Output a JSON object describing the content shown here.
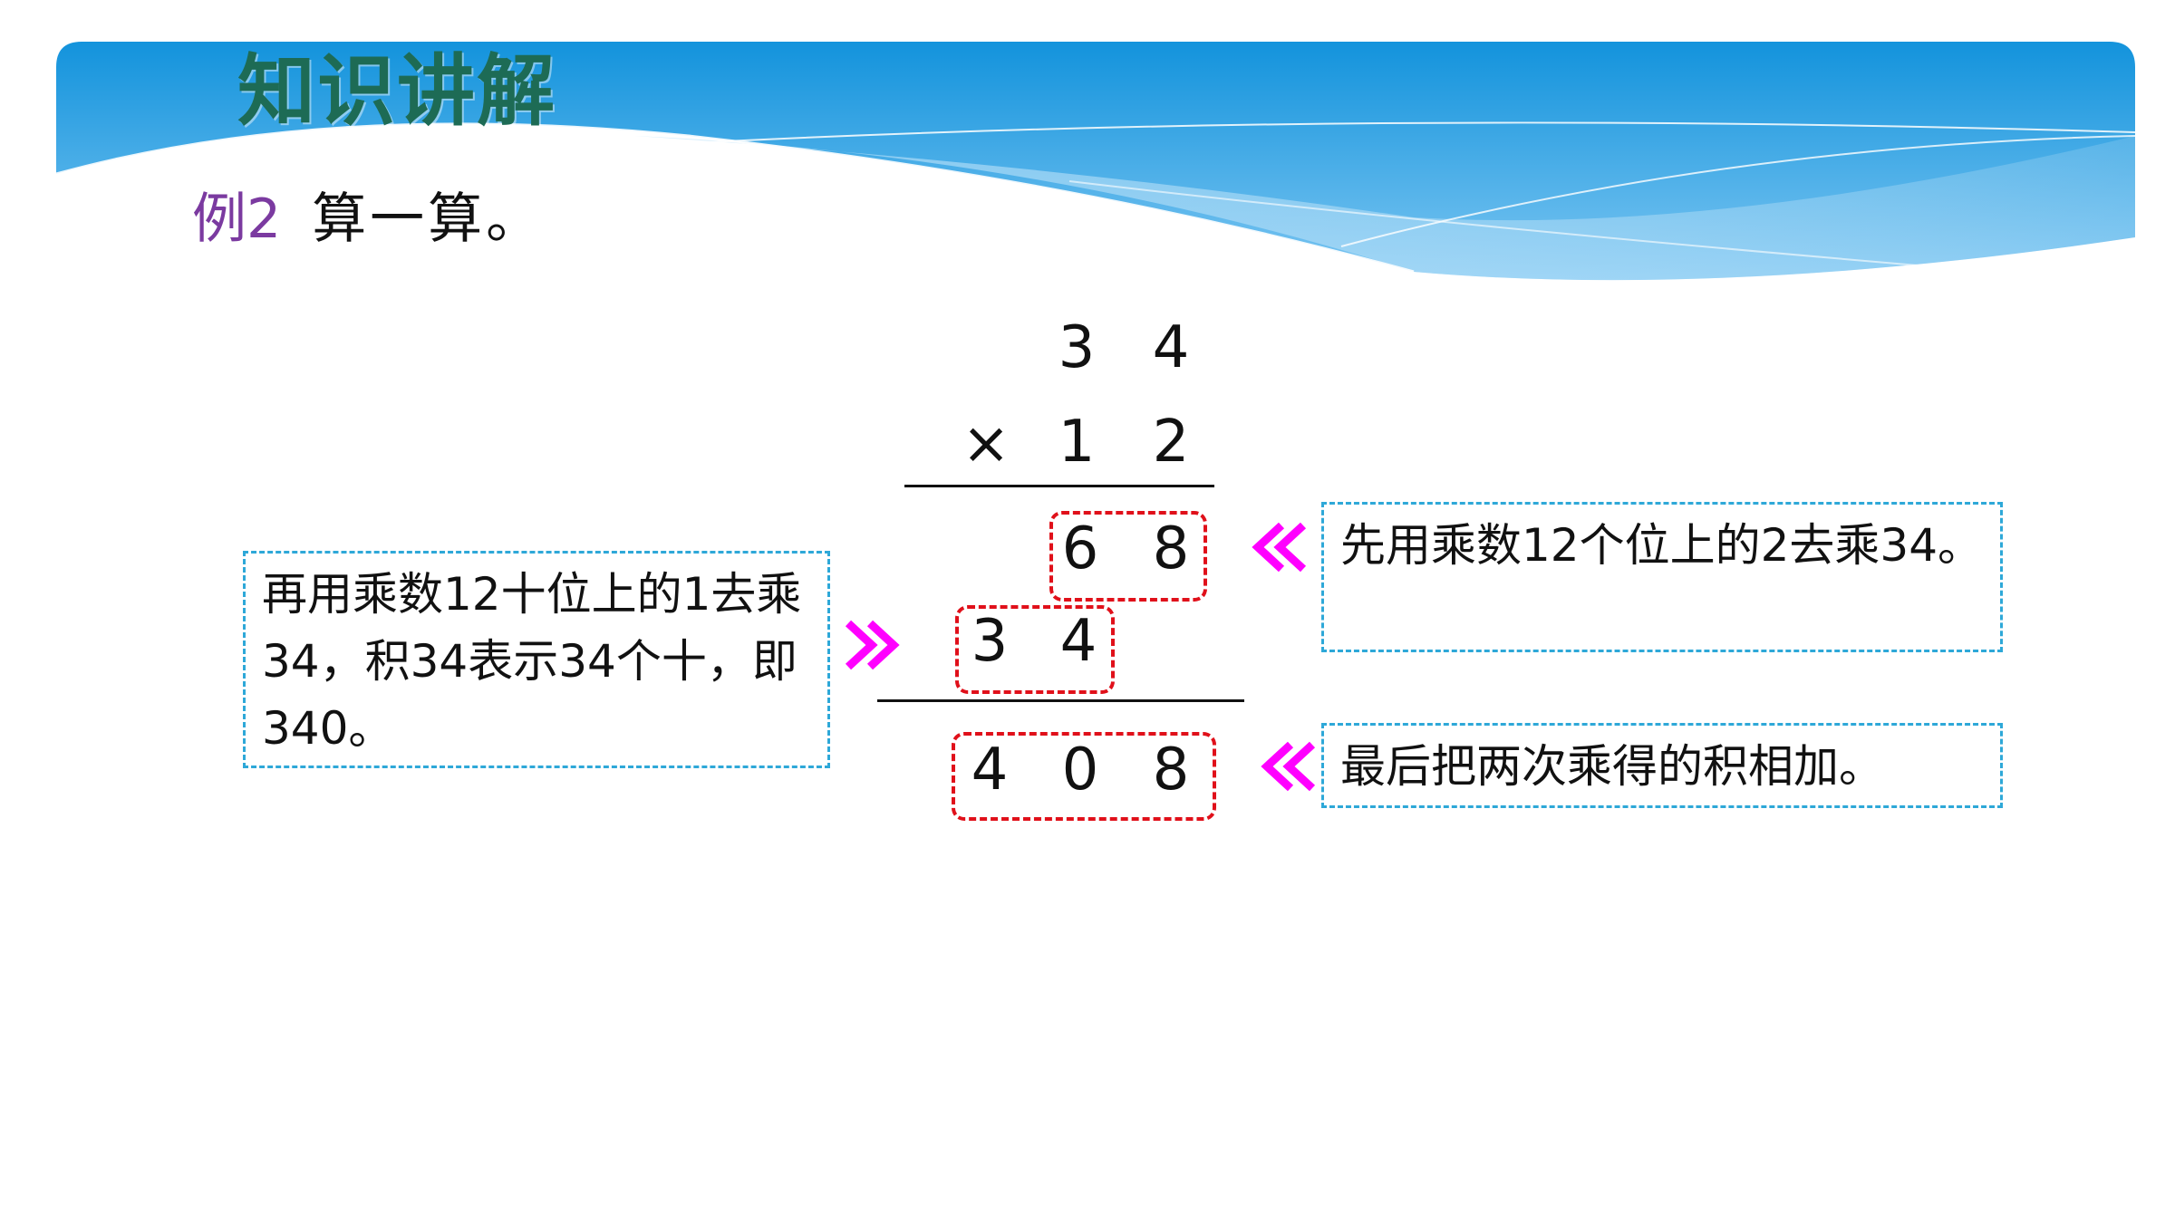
{
  "slide": {
    "title": "知识讲解",
    "example_label": "例2",
    "example_text": "算一算。"
  },
  "calculation": {
    "multiplicand": [
      "3",
      "4"
    ],
    "multiplier_sign": "×",
    "multiplier": [
      "1",
      "2"
    ],
    "partial_product_ones": [
      "6",
      "8"
    ],
    "partial_product_tens": [
      "3",
      "4"
    ],
    "result": [
      "4",
      "0",
      "8"
    ]
  },
  "notes": {
    "left": "再用乘数12十位上的1去乘34，积34表示34个十，即340。",
    "right_top": "先用乘数12个位上的2去乘34。",
    "right_bottom": "最后把两次乘得的积相加。"
  },
  "icons": {
    "arrow_point_right": "double-chevron-right-icon",
    "arrow_point_left": "double-chevron-left-icon"
  },
  "colors": {
    "title": "#1d6b55",
    "example_label": "#7b3aa0",
    "highlight_box": "#e0101a",
    "note_border": "#2ea8d8",
    "arrow": "#ff00ff",
    "banner": "#1a9be0"
  }
}
